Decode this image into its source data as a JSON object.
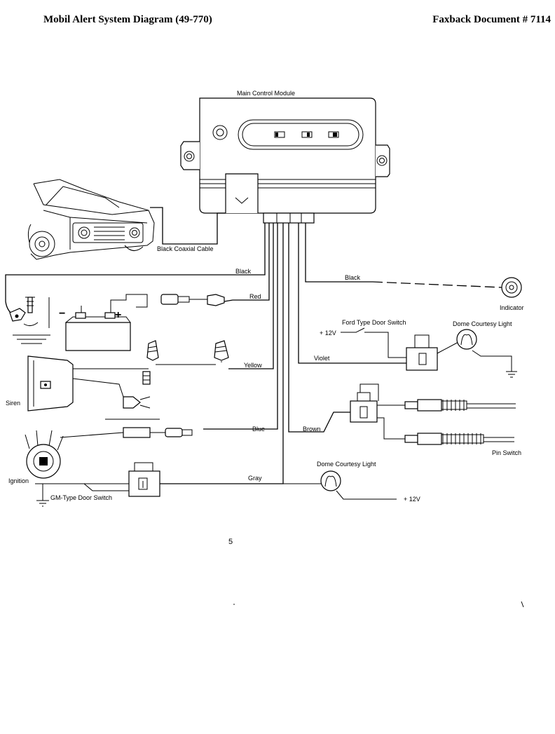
{
  "header": {
    "left_title": "Mobil Alert System Diagram   (49-770)",
    "right_title": "Faxback Document # 7114"
  },
  "labels": {
    "main_control_module": "Main Control Module",
    "black_coaxial_cable": "Black Coaxial Cable",
    "black_left": "Black",
    "black_right": "Black",
    "red": "Red",
    "indicator": "Indicator",
    "plus_12v_ford": "+ 12V",
    "ford_door_switch": "Ford Type Door Switch",
    "dome_light_top": "Dome Courtesy Light",
    "violet": "Violet",
    "yellow": "Yellow",
    "siren": "Siren",
    "blue": "Blue",
    "brown": "Brown",
    "pin_switch": "Pin Switch",
    "ignition": "Ignition",
    "dome_light_bottom": "Dome Courtesy Light",
    "gray": "Gray",
    "gm_door_switch": "GM-Type Door Switch",
    "plus_12v_gm": "+ 12V",
    "battery_minus": "−",
    "battery_plus": "+"
  },
  "page_number": "5"
}
